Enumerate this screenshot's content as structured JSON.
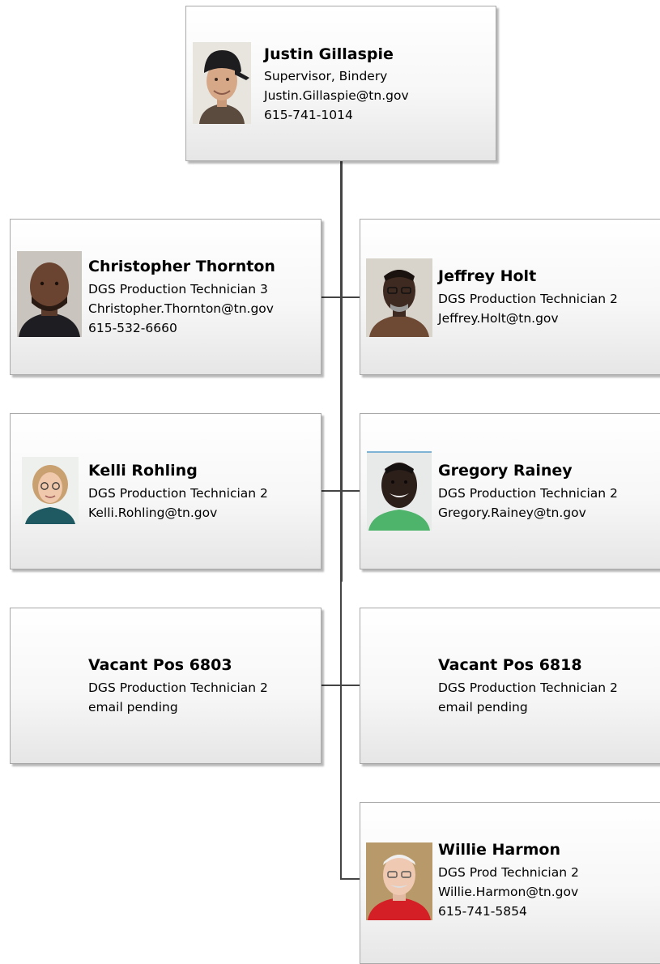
{
  "supervisor": {
    "name": "Justin Gillaspie",
    "title": "Supervisor, Bindery",
    "email": "Justin.Gillaspie@tn.gov",
    "phone": "615-741-1014"
  },
  "reports": [
    {
      "name": "Christopher Thornton",
      "title": "DGS Production Technician 3",
      "email": "Christopher.Thornton@tn.gov",
      "phone": "615-532-6660"
    },
    {
      "name": "Jeffrey Holt",
      "title": "DGS Production Technician 2",
      "email": "Jeffrey.Holt@tn.gov"
    },
    {
      "name": "Kelli Rohling",
      "title": "DGS Production Technician 2",
      "email": "Kelli.Rohling@tn.gov"
    },
    {
      "name": "Gregory Rainey",
      "title": "DGS Production Technician 2",
      "email": "Gregory.Rainey@tn.gov"
    },
    {
      "name": "Vacant Pos 6803",
      "title": "DGS Production Technician 2",
      "email": "email pending"
    },
    {
      "name": "Vacant Pos 6818",
      "title": "DGS Production Technician 2",
      "email": "email pending"
    },
    {
      "name": "Willie Harmon",
      "title": "DGS Prod Technician 2",
      "email": "Willie.Harmon@tn.gov",
      "phone": "615-741-5854"
    }
  ],
  "colors": {
    "connector": "#444444",
    "card_border": "#a8a8a8",
    "card_gradient_end": "#e6e6e6"
  }
}
